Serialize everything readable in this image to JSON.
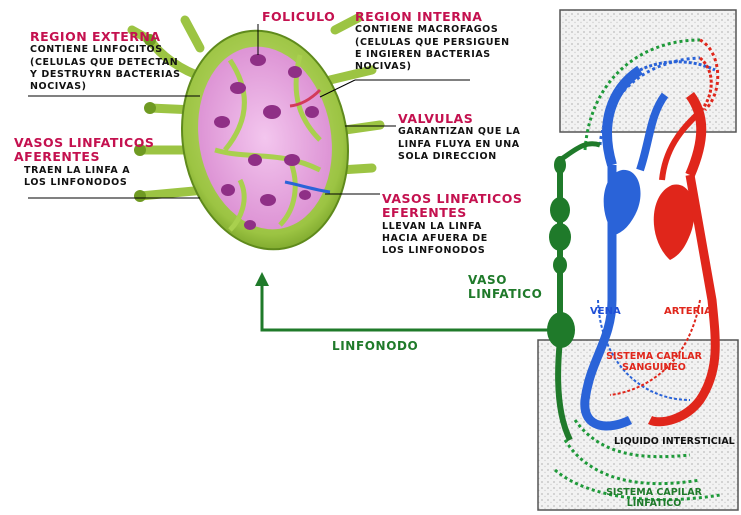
{
  "labels": {
    "region_externa": {
      "title": "REGION EXTERNA",
      "desc": [
        "CONTIENE LINFOCITOS",
        "(CELULAS QUE DETECTAN",
        "Y DESTRUYRN BACTERIAS",
        "NOCIVAS)"
      ]
    },
    "foliculo": {
      "title": "FOLICULO"
    },
    "region_interna": {
      "title": "REGION INTERNA",
      "desc": [
        "CONTIENE MACROFAGOS",
        "(CELULAS QUE PERSIGUEN",
        "E INGIEREN BACTERIAS",
        "NOCIVAS)"
      ]
    },
    "vasos_aferentes": {
      "title": [
        "VASOS LINFATICOS",
        "AFERENTES"
      ],
      "desc": [
        "TRAEN LA LINFA A",
        "LOS LINFONODOS"
      ]
    },
    "valvulas": {
      "title": "VALVULAS",
      "desc": [
        "GARANTIZAN QUE LA",
        "LINFA FLUYA EN UNA",
        "SOLA DIRECCION"
      ]
    },
    "vasos_eferentes": {
      "title": [
        "VASOS LINFATICOS",
        "EFERENTES"
      ],
      "desc": [
        "LLEVAN LA LINFA",
        "HACIA AFUERA DE",
        "LOS LINFONODOS"
      ]
    },
    "vaso_linfatico": [
      "VASO",
      "LINFATICO"
    ],
    "linfonodo": "LINFONODO",
    "vena": "VENA",
    "arteria": "ARTERIA",
    "sistema_capilar_sanguineo": [
      "SISTEMA CAPILAR",
      "SANGUINEO"
    ],
    "liquido_intersticial": "LIQUIDO INTERSTICIAL",
    "sistema_capilar_linfatico": [
      "SISTEMA CAPILAR",
      "LINFATICO"
    ]
  },
  "colors": {
    "label_red": "#c4114f",
    "lymph_green": "#1f7a2a",
    "vein_blue": "#1f4fd6",
    "artery_red": "#e0261b",
    "node_pink": "#e6a3dc"
  }
}
